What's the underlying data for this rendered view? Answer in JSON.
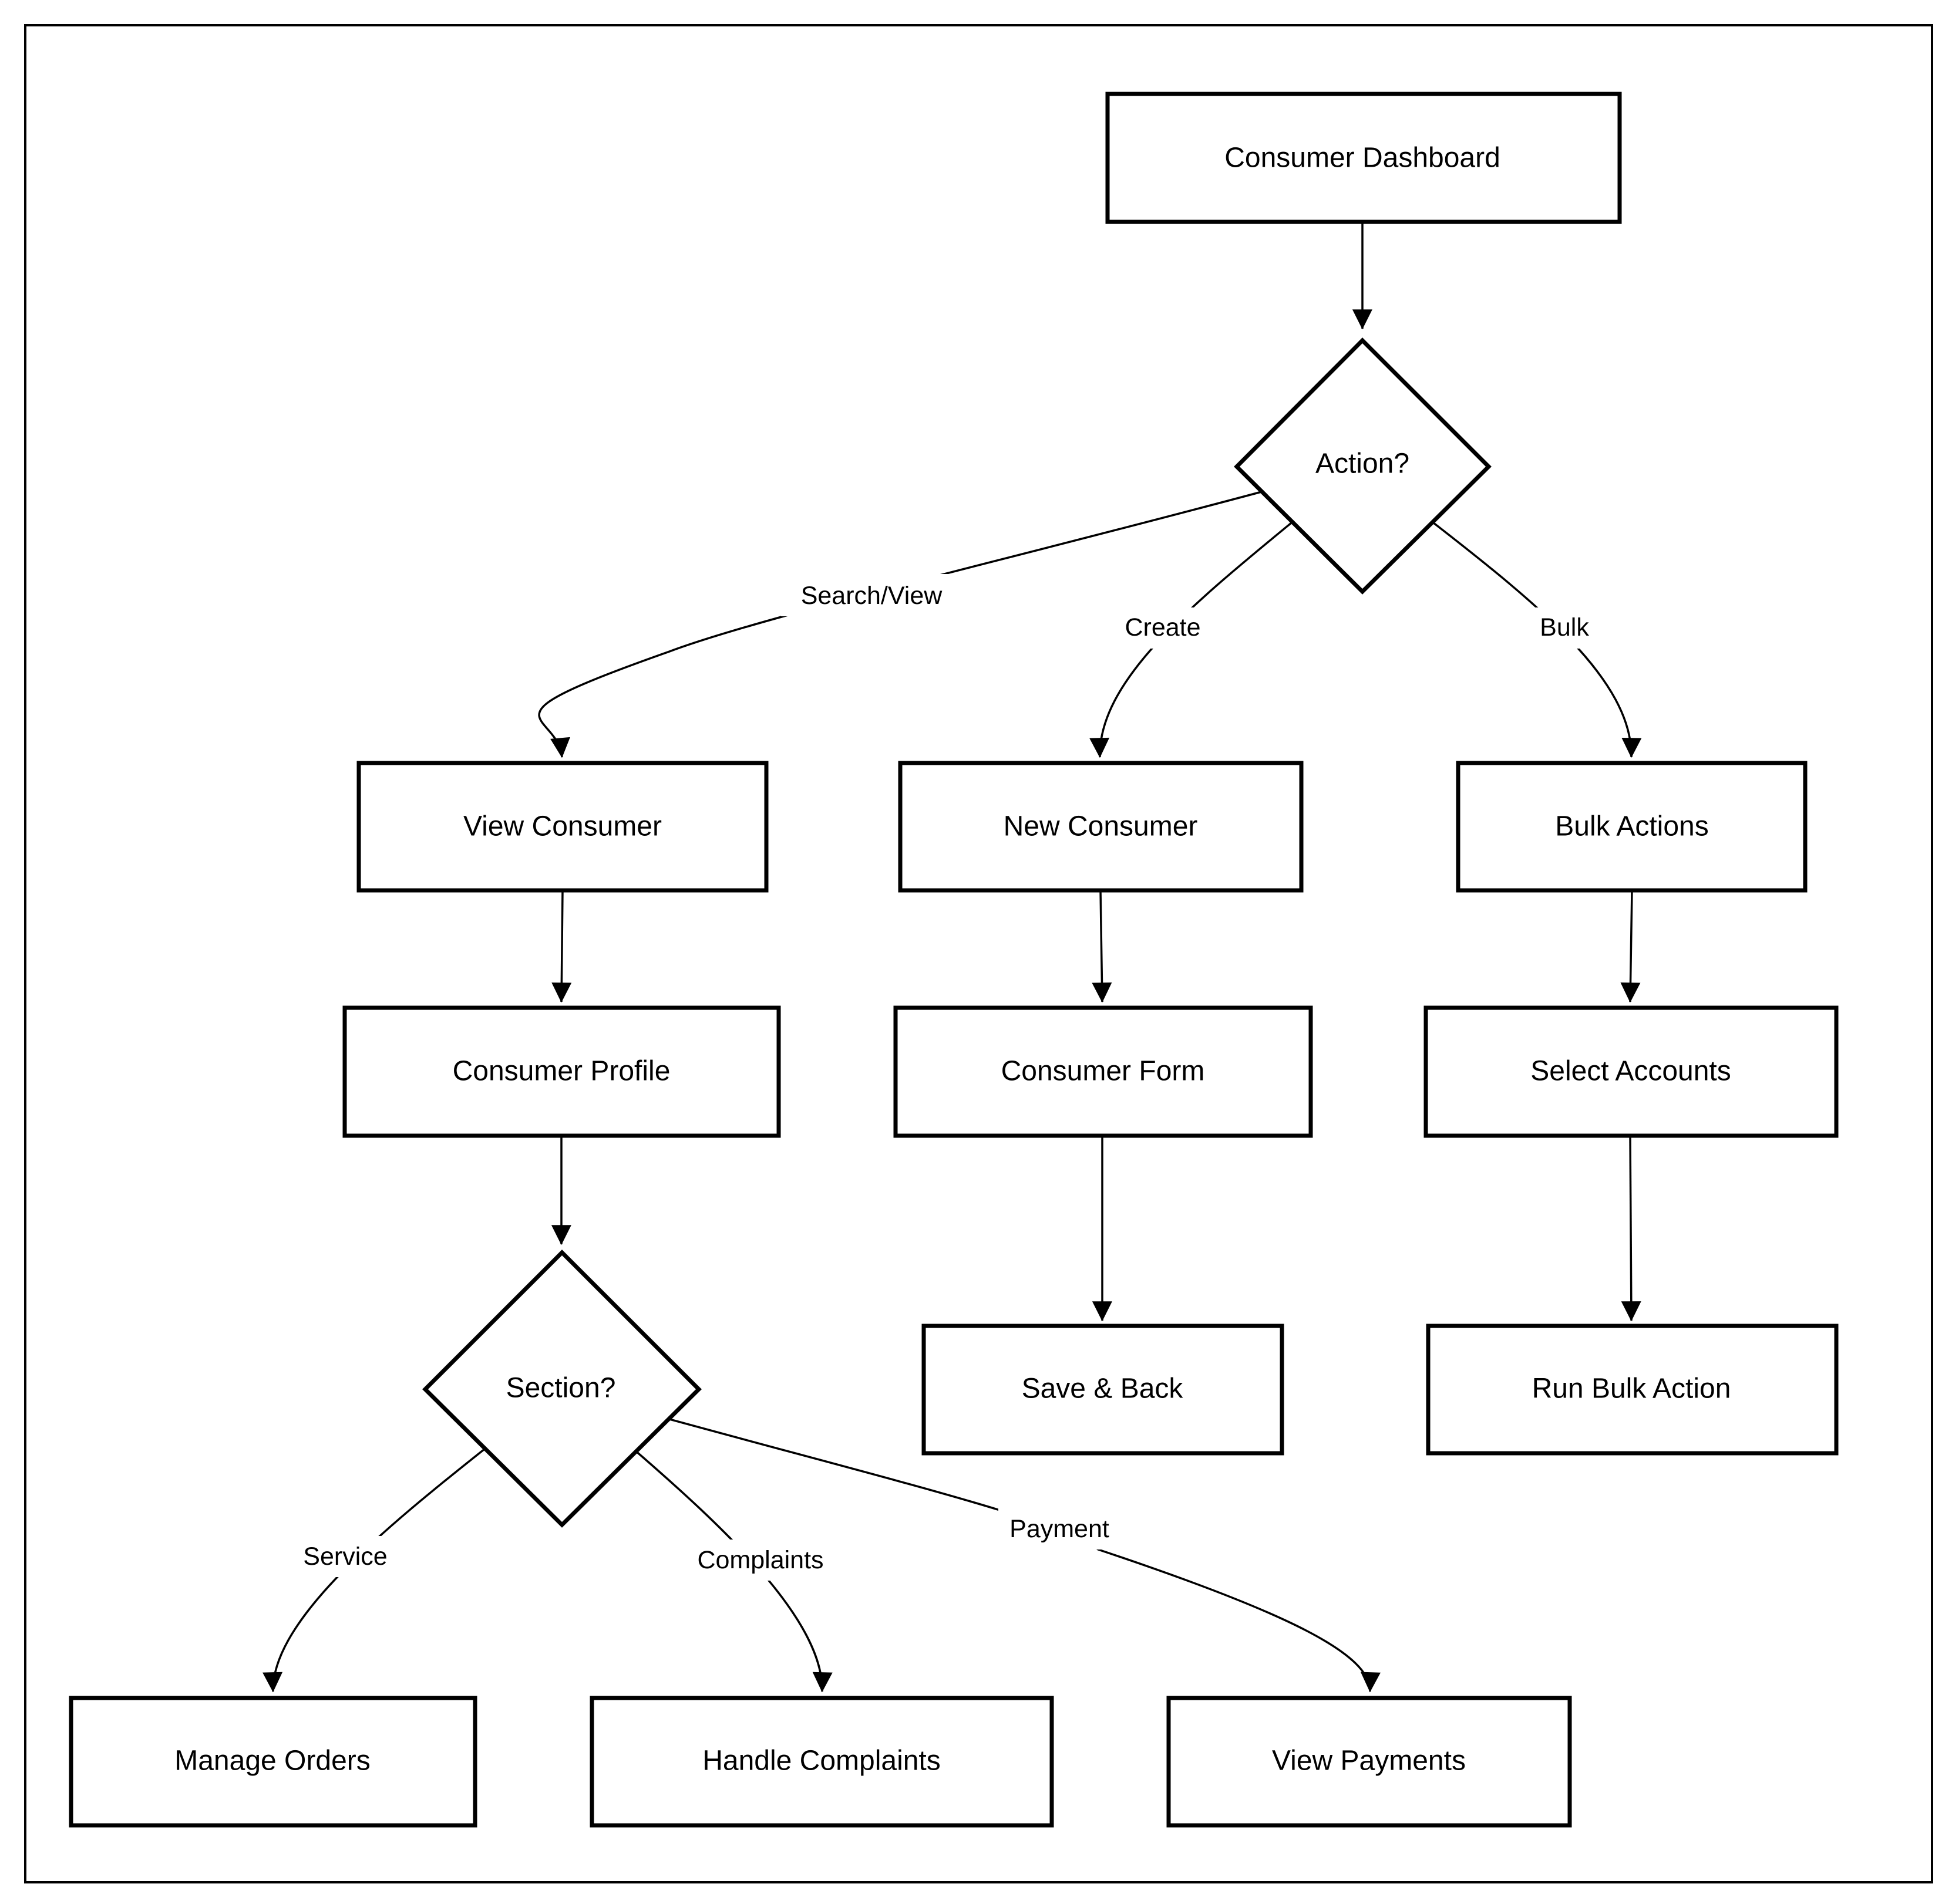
{
  "nodes": {
    "consumer_dashboard": "Consumer Dashboard",
    "action_decision": "Action?",
    "view_consumer": "View Consumer",
    "new_consumer": "New Consumer",
    "bulk_actions": "Bulk Actions",
    "consumer_profile": "Consumer Profile",
    "consumer_form": "Consumer Form",
    "select_accounts": "Select Accounts",
    "section_decision": "Section?",
    "save_back": "Save & Back",
    "run_bulk_action": "Run Bulk Action",
    "manage_orders": "Manage Orders",
    "handle_complaints": "Handle Complaints",
    "view_payments": "View Payments"
  },
  "edges": {
    "search_view": "Search/View",
    "create": "Create",
    "bulk": "Bulk",
    "service": "Service",
    "complaints": "Complaints",
    "payment": "Payment"
  },
  "colors": {
    "stroke": "#000000",
    "fill": "#ffffff"
  }
}
